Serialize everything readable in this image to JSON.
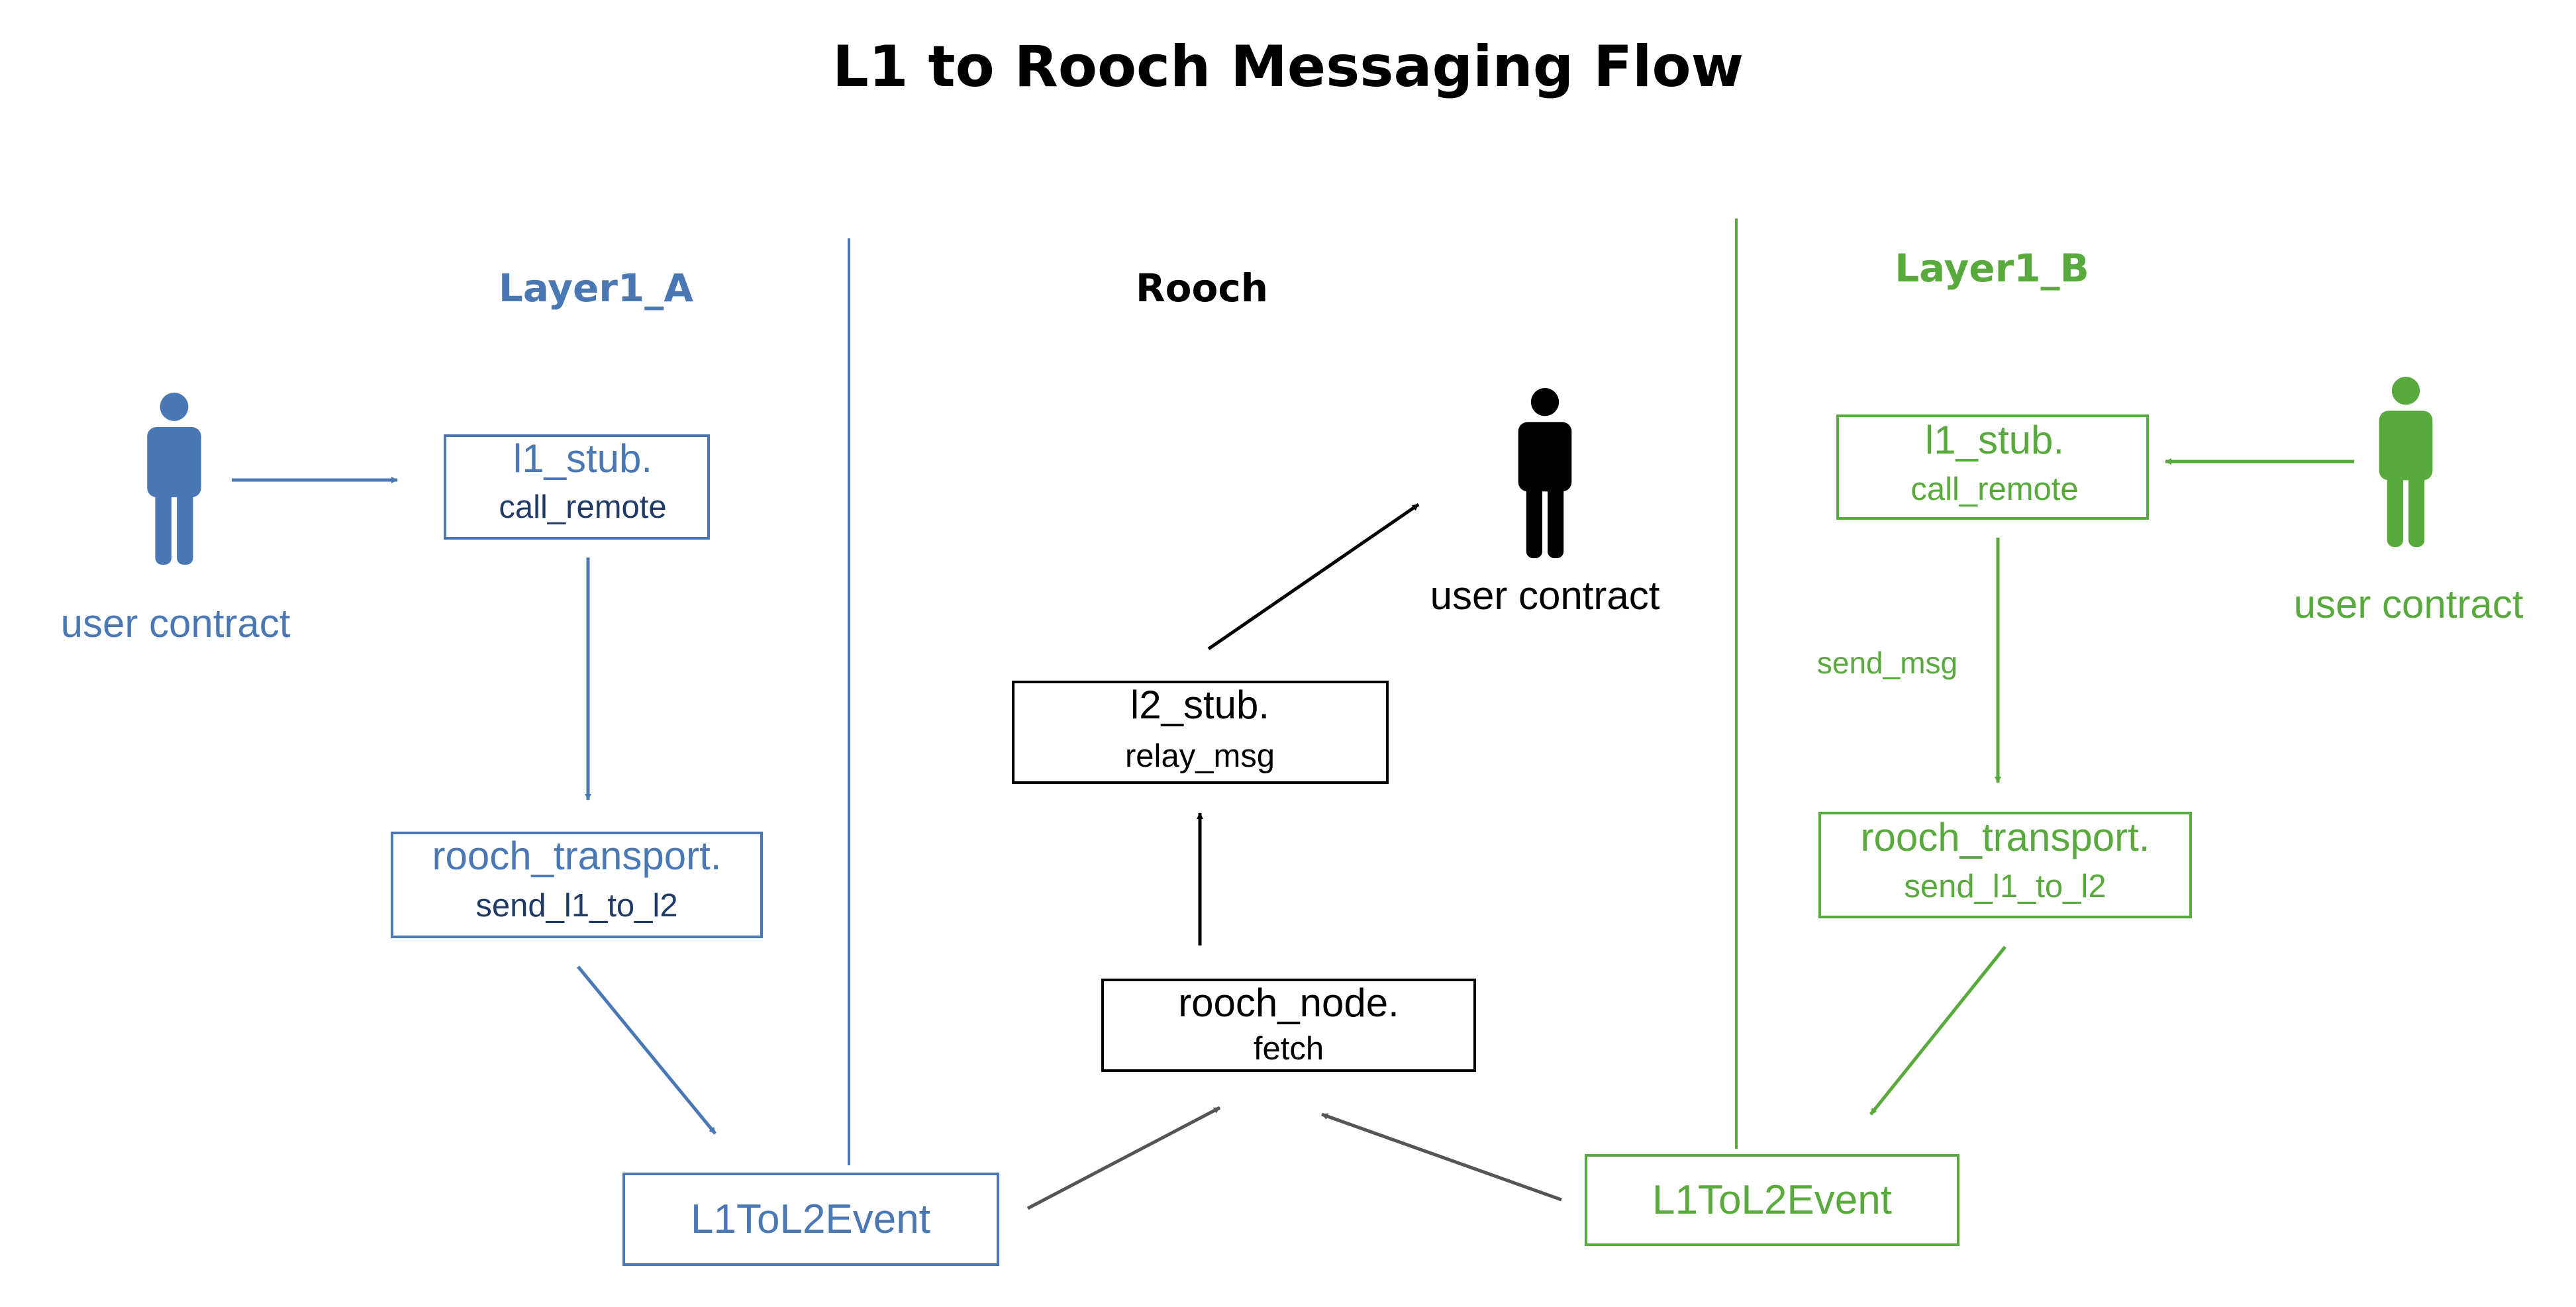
{
  "title": "L1 to Rooch Messaging Flow",
  "colors": {
    "blue": "#4a78b5",
    "green": "#59aa3c",
    "black": "#000000",
    "gray": "#555555"
  },
  "lanes": {
    "layer1_a": {
      "title": "Layer1_A",
      "actor_label": "user contract",
      "stub_line1": "l1_stub.",
      "stub_line2": "call_remote",
      "transport_line1": "rooch_transport.",
      "transport_line2": "send_l1_to_l2",
      "event_label": "L1ToL2Event"
    },
    "rooch": {
      "title": "Rooch",
      "actor_label": "user contract",
      "stub_line1": "l2_stub.",
      "stub_line2": "relay_msg",
      "node_line1": "rooch_node.",
      "node_line2": "fetch"
    },
    "layer1_b": {
      "title": "Layer1_B",
      "actor_label": "user contract",
      "stub_line1": "l1_stub.",
      "stub_line2": "call_remote",
      "edge_label": "send_msg",
      "transport_line1": "rooch_transport.",
      "transport_line2": "send_l1_to_l2",
      "event_label": "L1ToL2Event"
    }
  },
  "icons": {
    "actor_a": "person-icon",
    "actor_rooch": "person-icon",
    "actor_b": "person-icon"
  }
}
